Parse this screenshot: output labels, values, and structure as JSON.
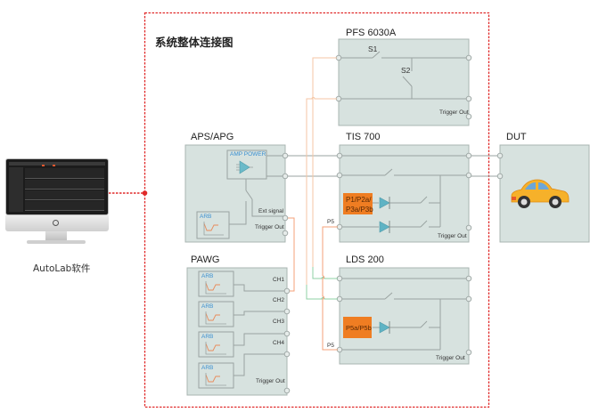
{
  "title": "系统整体连接图",
  "computer": {
    "label": "AutoLab软件",
    "icon": "monitor-icon"
  },
  "colors": {
    "frame_dashed": "#e02a2a",
    "box_fill": "#d7e2df",
    "box_border": "#a9b5b2",
    "wire_gray": "#9aa3a1",
    "wire_orange": "#f4a27a",
    "wire_peach": "#f5c6a5",
    "wire_green": "#8fd0a5",
    "tvs_teal": "#5fb3c4",
    "pulse_orange": "#ef7d22",
    "arb_label_blue": "#3a8fd0"
  },
  "devices": {
    "pfs": {
      "name": "PFS 6030A",
      "switches": [
        "S1",
        "S2"
      ],
      "trigger": "Trigger Out"
    },
    "aps": {
      "name": "APS/APG",
      "amp": "AMP POWER",
      "arb": "ARB",
      "ext_signal": "Ext signal",
      "trigger": "Trigger Out"
    },
    "tis": {
      "name": "TIS 700",
      "pulse_box": "P1/P2a/\nP3a/P3b",
      "pulse_line1": "P1/P2a/",
      "pulse_line2": "P3a/P3b",
      "p5_label": "P5",
      "trigger": "Trigger Out"
    },
    "dut": {
      "name": "DUT",
      "icon": "car-icon"
    },
    "pawg": {
      "name": "PAWG",
      "arb": [
        "ARB",
        "ARB",
        "ARB",
        "ARB"
      ],
      "channels": [
        "CH1",
        "CH2",
        "CH3",
        "CH4"
      ],
      "trigger": "Trigger Out"
    },
    "lds": {
      "name": "LDS 200",
      "pulse_box": "P5a/P5b",
      "p5_label": "P5",
      "trigger": "Trigger Out"
    }
  }
}
